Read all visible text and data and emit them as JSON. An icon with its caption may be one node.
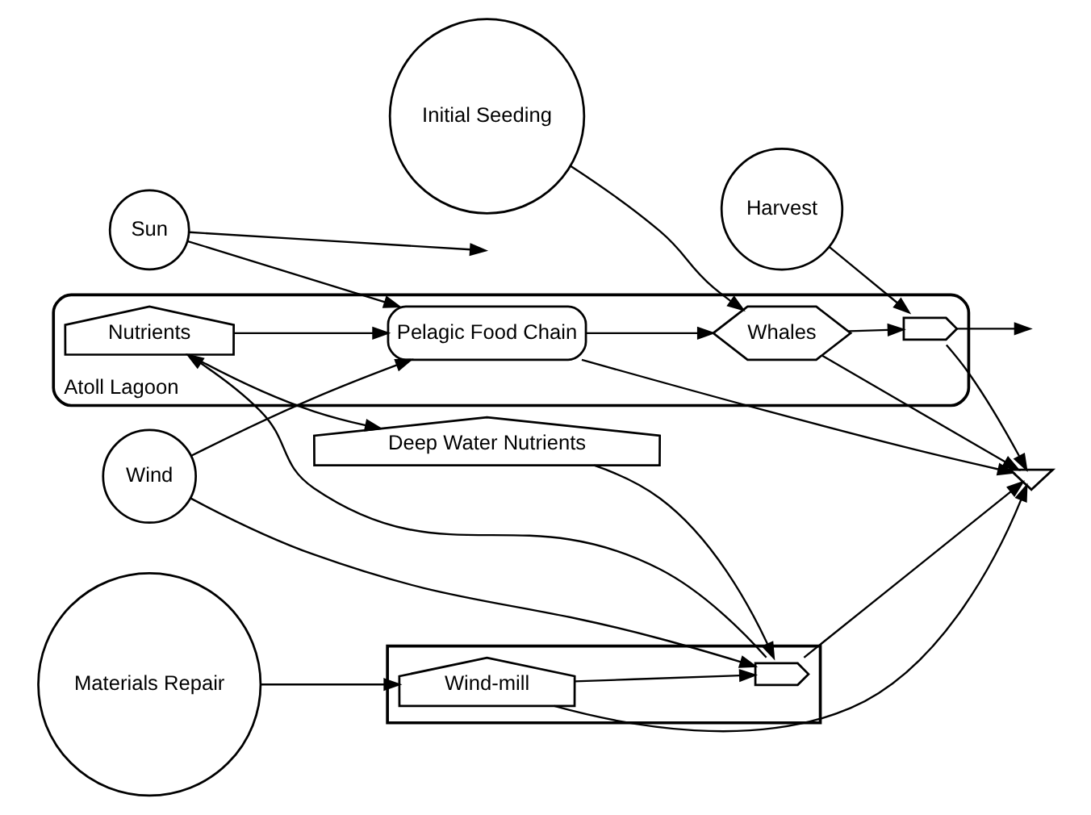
{
  "diagram": {
    "nodes": [
      {
        "text": [
          "Sun"
        ]
      },
      {
        "text": [
          "Wind"
        ]
      },
      {
        "text": [],
        "shape": "box"
      },
      {
        "text": [
          "Wind-mill"
        ],
        "in": 2
      },
      {
        "text": [],
        "shape": "arrow",
        "in": 2
      },
      {
        "text": [
          "Materials Repair"
        ]
      },
      {
        "text": [
          "Initial Seeding"
        ]
      },
      {
        "text": [
          "Atoll Lagoon"
        ]
      },
      {
        "text": [
          "Nutrients"
        ],
        "in": 7
      },
      {
        "text": [
          "Pelagic Food Chain"
        ],
        "in": 7
      },
      {
        "text": [
          "Whales"
        ],
        "in": 7
      },
      {
        "text": [],
        "shape": "arrow",
        "in": 7
      },
      {
        "text": [
          "Harvest"
        ]
      },
      {
        "text": [
          "Deep Water Nutrients"
        ]
      },
      {
        "text": [],
        "shape": "ground"
      }
    ],
    "edges": [
      {
        "from": 1,
        "to": 4,
        "arrow": "to"
      },
      {
        "from": 1,
        "to": 9,
        "arrow": "to"
      },
      {
        "from": 5,
        "to": 3,
        "arrow": "to"
      },
      {
        "from": 3,
        "to": 4,
        "arrow": "to"
      },
      {
        "from": 13,
        "to": 4,
        "arrow": "to"
      },
      {
        "from": 4,
        "to": 8,
        "arrow": "to"
      },
      {
        "from": 3,
        "to": 14,
        "arrow": "to"
      },
      {
        "from": 4,
        "to": 14,
        "arrow": "to"
      },
      {
        "from": 6,
        "to": 10,
        "arrow": "to"
      },
      {
        "from": 0,
        "to": 9,
        "arrow": "to"
      },
      {
        "from": 0,
        "to": null,
        "arrow": "to"
      },
      {
        "from": 8,
        "to": 9,
        "arrow": "to"
      },
      {
        "from": 8,
        "to": 13,
        "arrow": "to"
      },
      {
        "from": 9,
        "to": 10,
        "arrow": "to"
      },
      {
        "from": 9,
        "to": 14,
        "arrow": "to"
      },
      {
        "from": 10,
        "to": 11,
        "arrow": "to"
      },
      {
        "from": 12,
        "to": 11,
        "arrow": "to"
      },
      {
        "from": 10,
        "to": 14,
        "arrow": "to"
      },
      {
        "from": 11,
        "to": null,
        "arrow": "to"
      },
      {
        "from": 11,
        "to": 14,
        "arrow": "to"
      }
    ]
  }
}
